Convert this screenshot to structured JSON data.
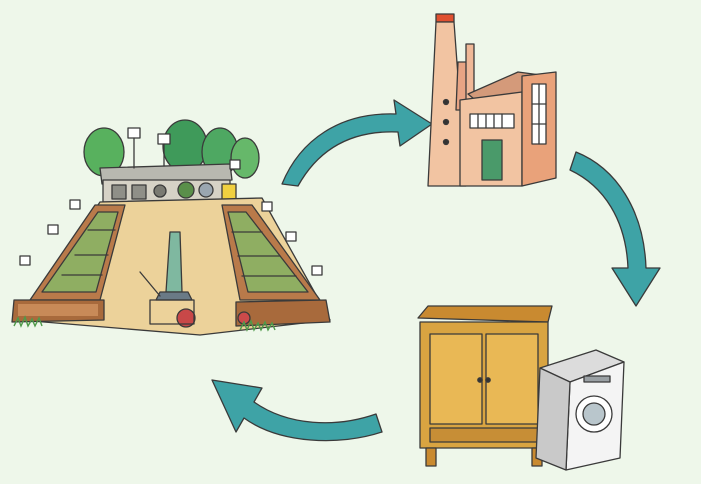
{
  "diagram": {
    "type": "cycle",
    "nodes": [
      {
        "id": "recycling-center",
        "icon": "recycling-yard-icon"
      },
      {
        "id": "factory",
        "icon": "factory-icon"
      },
      {
        "id": "household-goods",
        "icon": "wardrobe-washing-machine-icon"
      }
    ],
    "edges": [
      {
        "from": "recycling-center",
        "to": "factory"
      },
      {
        "from": "factory",
        "to": "household-goods"
      },
      {
        "from": "household-goods",
        "to": "recycling-center"
      }
    ]
  },
  "colors": {
    "background": "#eef7ea",
    "arrow": "#3ea3a6",
    "arrow_dark": "#2a7f84",
    "ground": "#e8c98a",
    "brick": "#e9a27a",
    "wood": "#d9a441",
    "tree": "#3f9a5a"
  }
}
